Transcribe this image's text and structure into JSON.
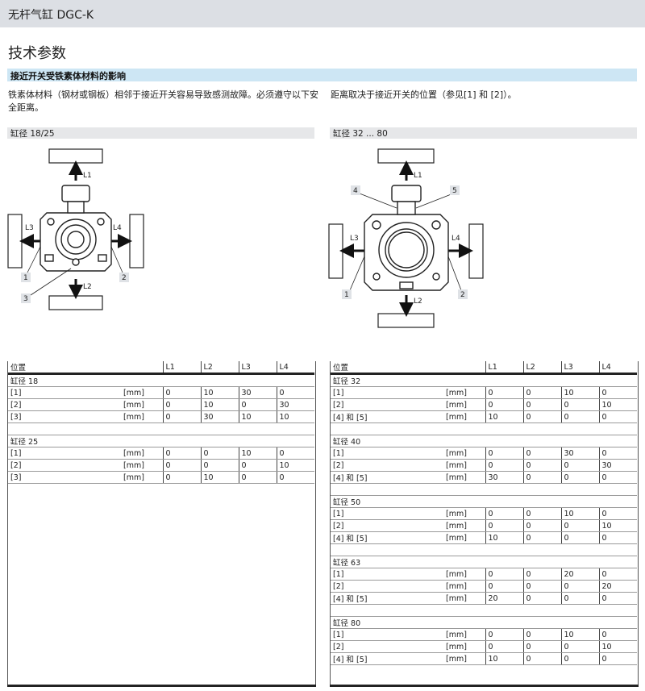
{
  "header": {
    "title": "无杆气缸 DGC-K"
  },
  "page_title": "技术参数",
  "section": {
    "title": "接近开关受铁素体材料的影响"
  },
  "notes": {
    "left": "铁素体材料（钢材或钢板）相邻于接近开关容易导致感测故障。必须遵守以下安全距离。",
    "right": "距离取决于接近开关的位置（参见[1] 和 [2]）。"
  },
  "figures": {
    "left": {
      "title": "缸径 18/25",
      "labels": [
        "L1",
        "L2",
        "L3",
        "L4"
      ],
      "tags": [
        "1",
        "2",
        "3"
      ]
    },
    "right": {
      "title": "缸径 32 ... 80",
      "labels": [
        "L1",
        "L2",
        "L3",
        "L4"
      ],
      "tags": [
        "1",
        "2",
        "4",
        "5"
      ]
    }
  },
  "tables": {
    "left": {
      "headers": [
        "位置",
        "",
        "L1",
        "L2",
        "L3",
        "L4"
      ],
      "groups": [
        {
          "title": "缸径 18",
          "rows": [
            [
              "[1]",
              "[mm]",
              "0",
              "10",
              "30",
              "0"
            ],
            [
              "[2]",
              "[mm]",
              "0",
              "10",
              "0",
              "30"
            ],
            [
              "[3]",
              "[mm]",
              "0",
              "30",
              "10",
              "10"
            ]
          ]
        },
        {
          "title": "缸径 25",
          "rows": [
            [
              "[1]",
              "[mm]",
              "0",
              "0",
              "10",
              "0"
            ],
            [
              "[2]",
              "[mm]",
              "0",
              "0",
              "0",
              "10"
            ],
            [
              "[3]",
              "[mm]",
              "0",
              "10",
              "0",
              "0"
            ]
          ]
        }
      ]
    },
    "right": {
      "headers": [
        "位置",
        "",
        "L1",
        "L2",
        "L3",
        "L4"
      ],
      "groups": [
        {
          "title": "缸径 32",
          "rows": [
            [
              "[1]",
              "[mm]",
              "0",
              "0",
              "10",
              "0"
            ],
            [
              "[2]",
              "[mm]",
              "0",
              "0",
              "0",
              "10"
            ],
            [
              "[4] 和 [5]",
              "[mm]",
              "10",
              "0",
              "0",
              "0"
            ]
          ]
        },
        {
          "title": "缸径 40",
          "rows": [
            [
              "[1]",
              "[mm]",
              "0",
              "0",
              "30",
              "0"
            ],
            [
              "[2]",
              "[mm]",
              "0",
              "0",
              "0",
              "30"
            ],
            [
              "[4] 和 [5]",
              "[mm]",
              "30",
              "0",
              "0",
              "0"
            ]
          ]
        },
        {
          "title": "缸径 50",
          "rows": [
            [
              "[1]",
              "[mm]",
              "0",
              "0",
              "10",
              "0"
            ],
            [
              "[2]",
              "[mm]",
              "0",
              "0",
              "0",
              "10"
            ],
            [
              "[4] 和 [5]",
              "[mm]",
              "10",
              "0",
              "0",
              "0"
            ]
          ]
        },
        {
          "title": "缸径 63",
          "rows": [
            [
              "[1]",
              "[mm]",
              "0",
              "0",
              "20",
              "0"
            ],
            [
              "[2]",
              "[mm]",
              "0",
              "0",
              "0",
              "20"
            ],
            [
              "[4] 和 [5]",
              "[mm]",
              "20",
              "0",
              "0",
              "0"
            ]
          ]
        },
        {
          "title": "缸径 80",
          "rows": [
            [
              "[1]",
              "[mm]",
              "0",
              "0",
              "10",
              "0"
            ],
            [
              "[2]",
              "[mm]",
              "0",
              "0",
              "0",
              "10"
            ],
            [
              "[4] 和 [5]",
              "[mm]",
              "10",
              "0",
              "0",
              "0"
            ]
          ]
        }
      ]
    }
  }
}
